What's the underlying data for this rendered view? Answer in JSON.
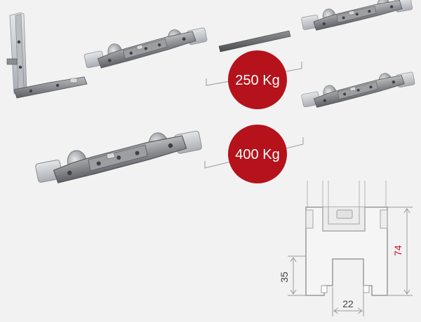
{
  "badges": {
    "upper": {
      "label": "250 Kg",
      "color": "#b5121b"
    },
    "lower": {
      "label": "400 Kg",
      "color": "#b5121b"
    }
  },
  "profile": {
    "dim_height": "74",
    "dim_height_color": "#c8102e",
    "dim_rail": "35",
    "dim_slot": "22",
    "dim_color": "#444444"
  },
  "colors": {
    "background": "#f2f2f2",
    "metal": "#8a8c90",
    "metal_dark": "#5e6066",
    "plastic": "#c9ccd0",
    "profile_fill": "#f5f5f5",
    "profile_stroke": "#9a9a9a"
  },
  "icons": [
    "corner-bracket-icon",
    "guide-rod-icon",
    "roller-carriage-icon"
  ]
}
